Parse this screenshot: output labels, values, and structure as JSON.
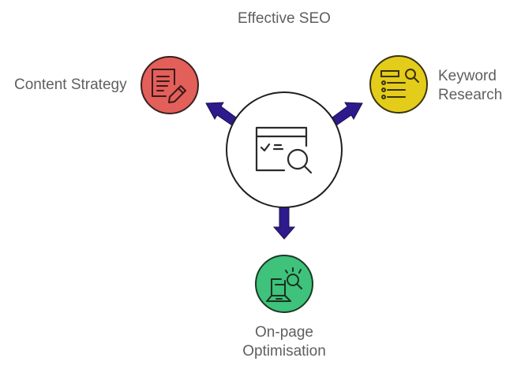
{
  "title": "Effective SEO",
  "center": {
    "icon": "browser-search-icon",
    "fill": "#ffffff",
    "stroke": "#1f1f1f"
  },
  "nodes": [
    {
      "id": "content-strategy",
      "label": "Content Strategy",
      "icon": "document-pencil-icon",
      "fill": "#e35f5a",
      "position": "upper-left"
    },
    {
      "id": "keyword-research",
      "label_line1": "Keyword",
      "label_line2": "Research",
      "icon": "list-search-icon",
      "fill": "#e4cc1a",
      "position": "upper-right"
    },
    {
      "id": "on-page-optimisation",
      "label_line1": "On-page",
      "label_line2": "Optimisation",
      "icon": "laptop-search-icon",
      "fill": "#3ec27c",
      "position": "bottom"
    }
  ],
  "colors": {
    "arrow": "#2e1a8c",
    "stroke": "#2a2a2a",
    "text": "#5f5f5f"
  }
}
